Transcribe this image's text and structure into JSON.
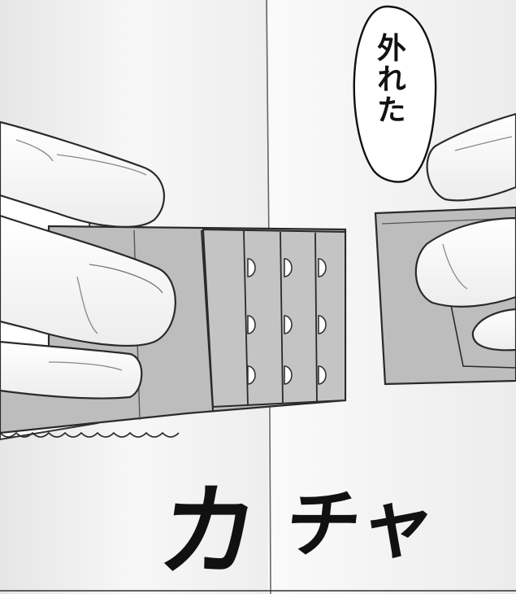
{
  "speech_bubble": {
    "text": "外れた"
  },
  "sound_effect": {
    "ka": "カ",
    "cha": "チャ"
  },
  "colors": {
    "background": "#f3f3f3",
    "skin": "#ffffff",
    "band": "#bdbdbd",
    "band_light": "#cfcfcf",
    "hook": "#d8d8d8",
    "ink": "#222222"
  }
}
